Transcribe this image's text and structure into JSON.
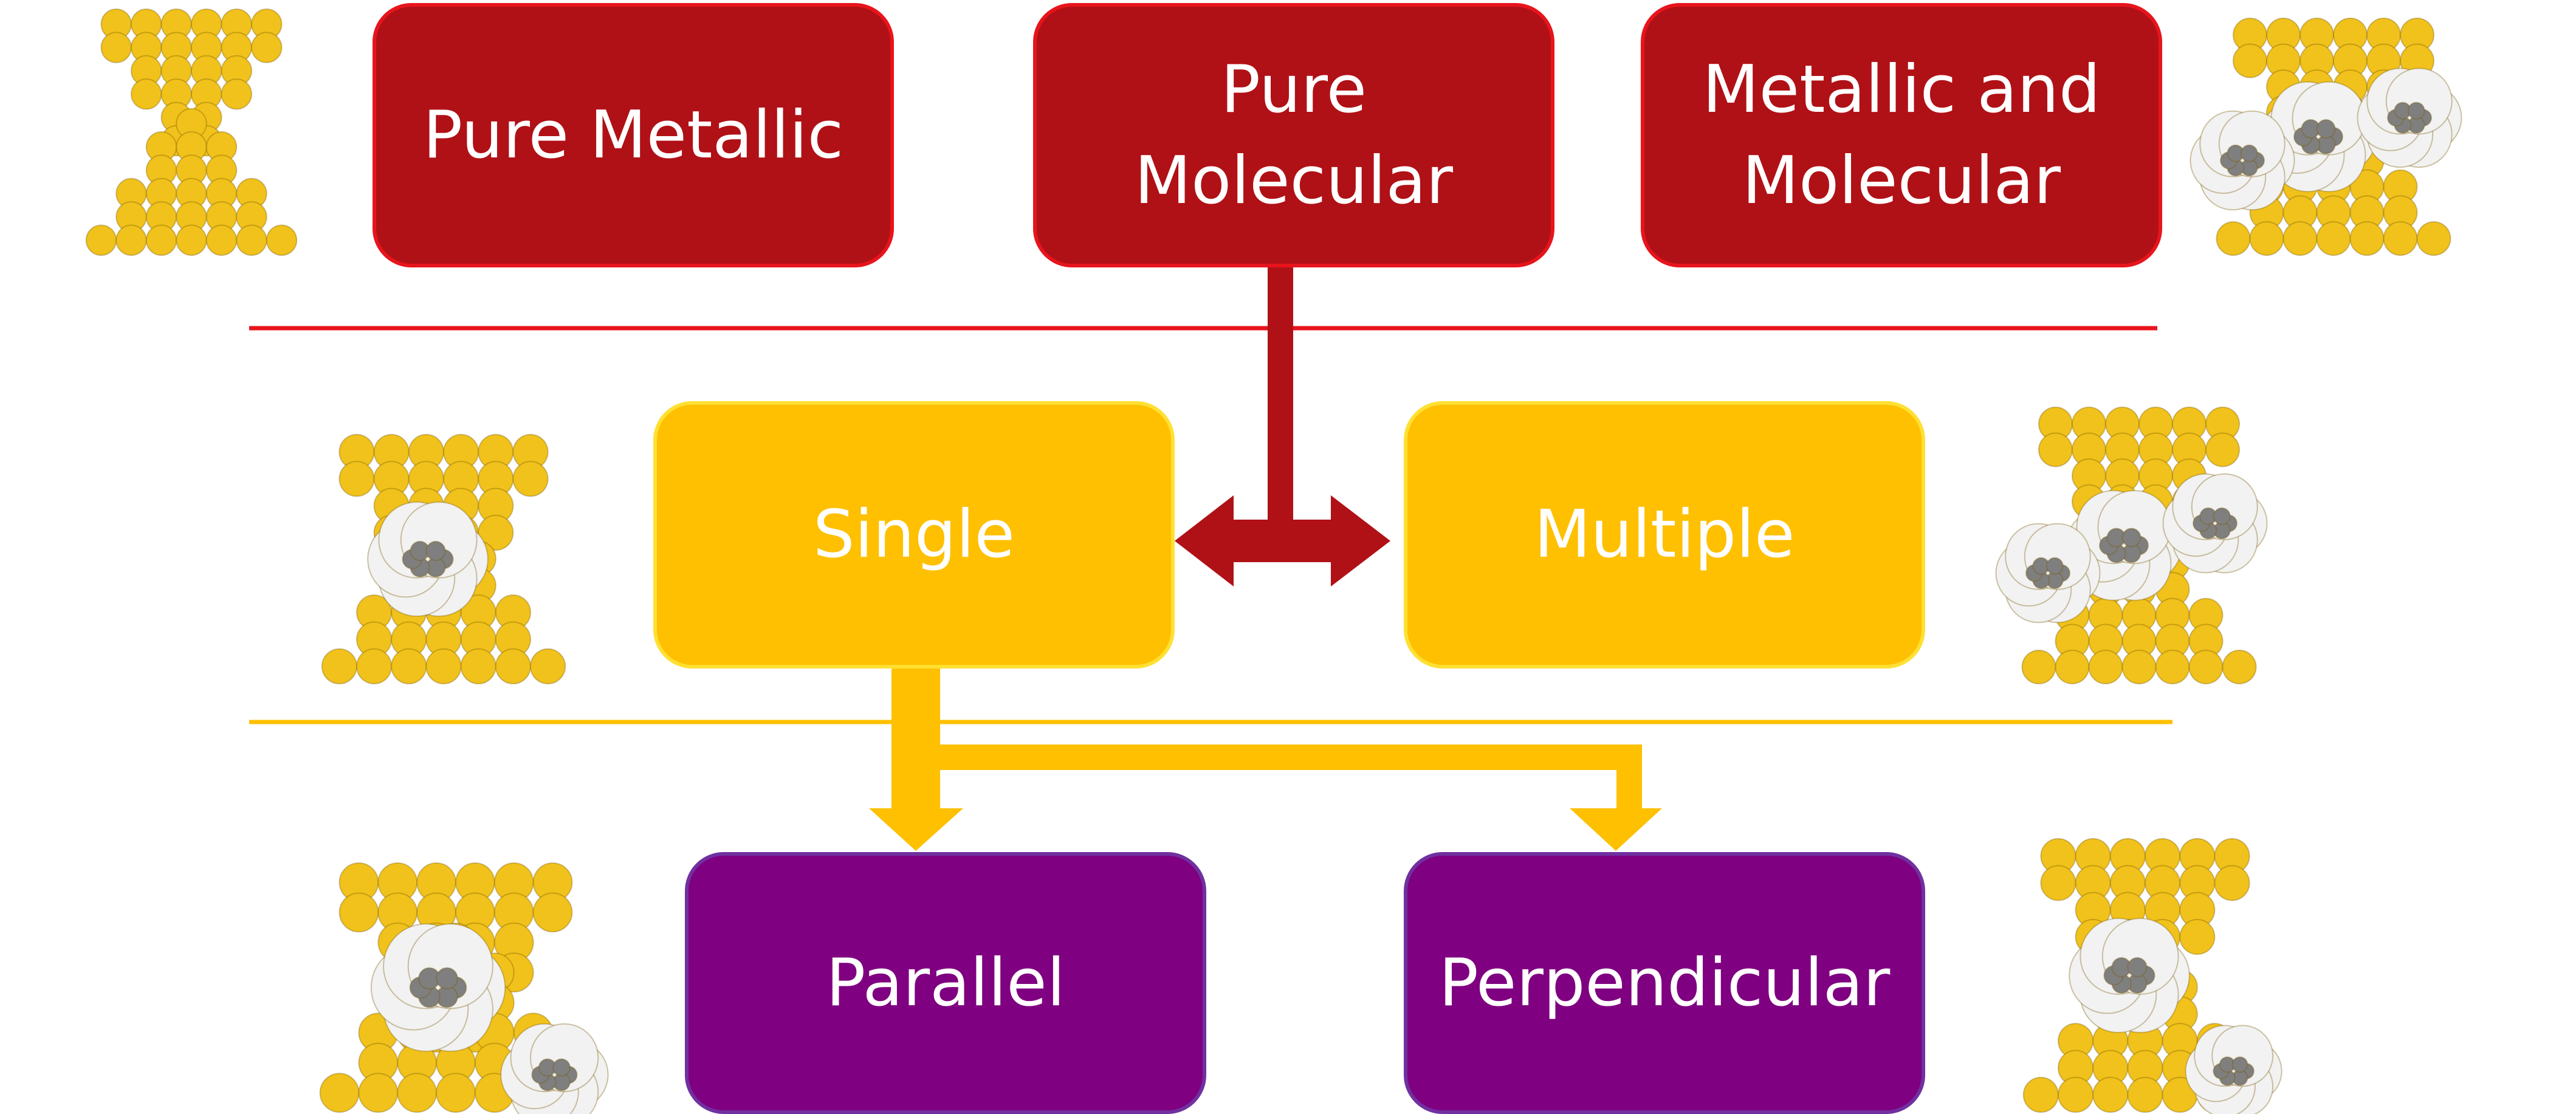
{
  "colors": {
    "red": "#b01116",
    "yellow": "#fec000",
    "purple": "#7f0080",
    "gold": "#f1c21b",
    "carbon": "#7f7f7f",
    "hydrogen": "#f2f2f2"
  },
  "boxes": {
    "pure_metallic": "Pure Metallic",
    "pure_molecular": "Pure\nMolecular",
    "metallic_and_molecular": "Metallic and\nMolecular",
    "single": "Single",
    "multiple": "Multiple",
    "parallel": "Parallel",
    "perpendicular": "Perpendicular"
  },
  "images": [
    {
      "name": "pure-metallic-junction-image",
      "has_molecule": false
    },
    {
      "name": "metallic-molecular-junction-image",
      "has_molecule": true
    },
    {
      "name": "single-molecule-junction-image",
      "has_molecule": true
    },
    {
      "name": "multiple-molecule-junction-image",
      "has_molecule": true
    },
    {
      "name": "parallel-junction-image",
      "has_molecule": true
    },
    {
      "name": "perpendicular-junction-image",
      "has_molecule": true
    }
  ]
}
